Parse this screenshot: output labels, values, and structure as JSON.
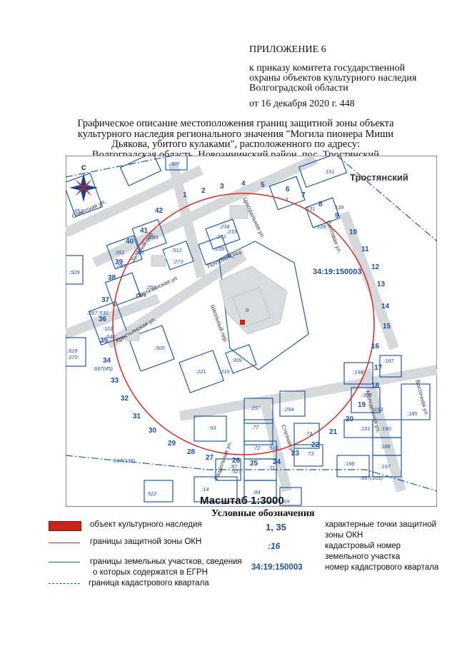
{
  "header": {
    "appendix": "ПРИЛОЖЕНИЕ 6",
    "order_line1": "к приказу комитета государственной",
    "order_line2": "охраны объектов культурного наследия",
    "order_line3": "Волгоградской области",
    "date_line": "от 16 декабря 2020 г. 448"
  },
  "title": {
    "line1": "Графическое описание местоположения границ защитной зоны объекта",
    "line2": "культурного наследия регионального значения \"Могила пионера Миши",
    "line3": "Дьякова, убитого кулаками\", расположенного по адресу:",
    "line4": "Волгоградская область, Новоаннинский район, пос. Тростянский"
  },
  "map": {
    "settlement": "Тростянский",
    "north_letter": "С",
    "quarter_number": "34:19:150003",
    "streets": [
      "Советская ул.",
      "Зелёный пер.",
      "Партизанская ул.",
      "Крестьянская ул.",
      "Центральная ул.",
      "Почтовый пер.",
      "Школьный пер.",
      "Почтовая ул.",
      "Степная ул.",
      "Молодёжная ул.",
      "Восточная ул.",
      "Раздольная ул."
    ],
    "parcels": [
      ":307",
      ":151",
      ":3",
      ":131",
      ":139",
      ":128",
      ":652",
      ":285",
      ":261",
      ":286",
      ":287",
      ":234",
      ":233",
      ":232",
      ":235",
      ":642",
      ":512",
      ":273",
      ":258",
      ":523",
      ":529",
      ":267",
      ":530",
      ":101",
      ":646",
      ":9",
      ":305",
      ":628",
      ":270",
      ":309",
      ":221",
      ":219",
      ":667(45)",
      ":199",
      ":187",
      ":303",
      ":192",
      ":185",
      ":297",
      ":294",
      ":93",
      ":77",
      ":191",
      ":190",
      ":74",
      ":188",
      ":72",
      ":515",
      ":73",
      ":198",
      ":197",
      ":71",
      ":87",
      ":527",
      ":667(135)",
      ":667(101)",
      ":14",
      ":522",
      ":84",
      ":69"
    ],
    "points": [
      "1",
      "2",
      "3",
      "4",
      "5",
      "6",
      "7",
      "8",
      "9",
      "10",
      "11",
      "12",
      "13",
      "14",
      "15",
      "16",
      "17",
      "18",
      "19",
      "20",
      "21",
      "22",
      "23",
      "24",
      "25",
      "26",
      "27",
      "28",
      "29",
      "30",
      "31",
      "32",
      "33",
      "34",
      "35",
      "36",
      "37",
      "38",
      "39",
      "40",
      "41",
      "42"
    ],
    "colors": {
      "zone": "#d9281e",
      "parcel": "#1f5aa8",
      "point": "#1f4f9c",
      "road": "#cfd3d6"
    }
  },
  "scale_label": "Масштаб 1:3000",
  "legend": {
    "title": "Условные обозначения",
    "item1": "объект культурного наследия",
    "item2": "границы защитной зоны ОКН",
    "item3a": "границы земельных участков, сведения",
    "item3b": "о которых содержатся в ЕГРН",
    "item4": "граница кадастрового квартала",
    "sym_points": "1, 35",
    "desc_points_a": "характерные точки защитной",
    "desc_points_b": "зоны ОКН",
    "sym_cad": ":16",
    "desc_cad_a": "кадастровый номер",
    "desc_cad_b": "земельного участка",
    "sym_quarter": "34:19:150003",
    "desc_quarter": "номер кадастрового квартала"
  }
}
